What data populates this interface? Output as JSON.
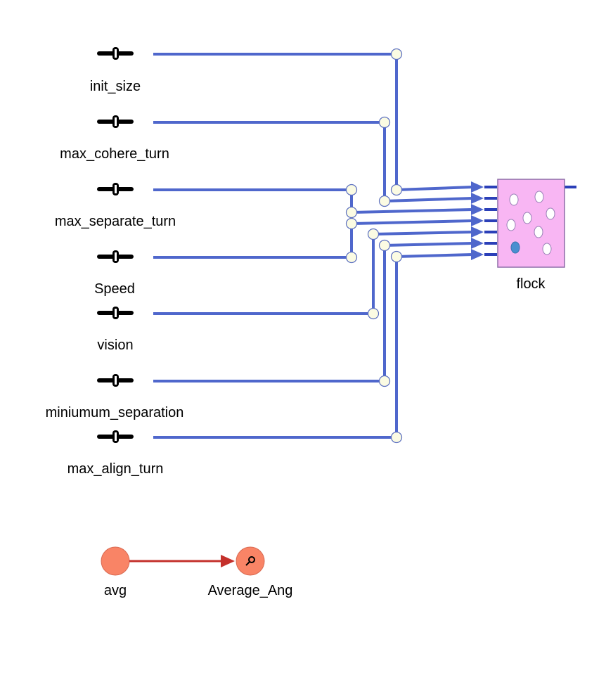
{
  "diagram": {
    "sliders": [
      {
        "label": "init_size"
      },
      {
        "label": "max_cohere_turn"
      },
      {
        "label": "max_separate_turn"
      },
      {
        "label": "Speed"
      },
      {
        "label": "vision"
      },
      {
        "label": "miniumum_separation"
      },
      {
        "label": "max_align_turn"
      }
    ],
    "flock": {
      "label": "flock"
    },
    "avg_node": {
      "label": "avg"
    },
    "average_node": {
      "label": "Average_Ang"
    },
    "colors": {
      "wire": "#4f67cc",
      "junction_fill": "#fbfbe3",
      "junction_stroke": "#5a6ec0",
      "port": "#2b3fb8",
      "flock_fill": "#f8b6f3",
      "flock_stroke": "#8e6fa8",
      "avg_fill": "#f98466",
      "red_arrow": "#c4302b",
      "blue_dot": "#4a8fd0"
    }
  }
}
